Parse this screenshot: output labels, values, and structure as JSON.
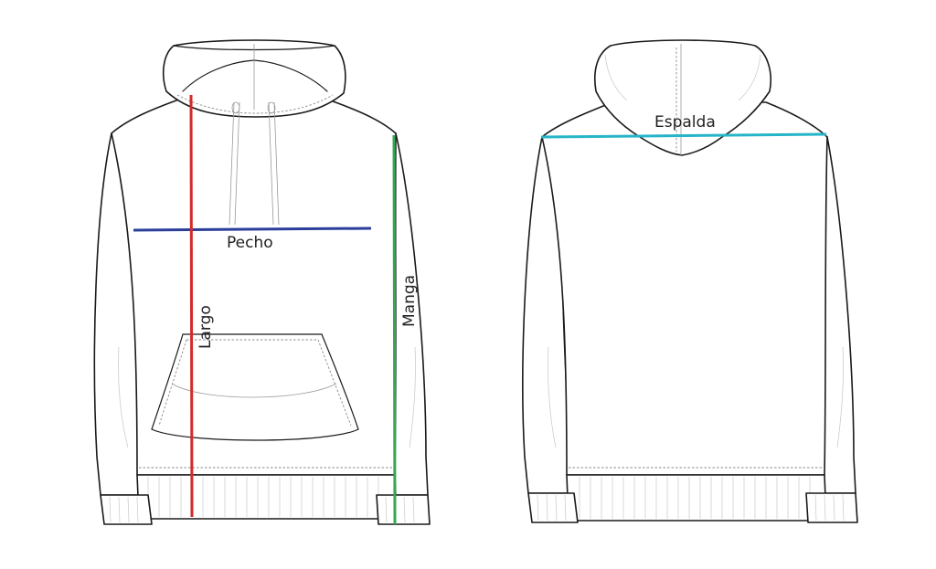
{
  "diagram": {
    "front": {
      "measurements": [
        {
          "id": "chest",
          "label": "Pecho",
          "color": "#2b3f9a"
        },
        {
          "id": "length",
          "label": "Largo",
          "color": "#d42a2a"
        },
        {
          "id": "sleeve",
          "label": "Manga",
          "color": "#34a853"
        }
      ]
    },
    "back": {
      "measurements": [
        {
          "id": "back-width",
          "label": "Espalda",
          "color": "#26b5c8"
        }
      ]
    }
  }
}
